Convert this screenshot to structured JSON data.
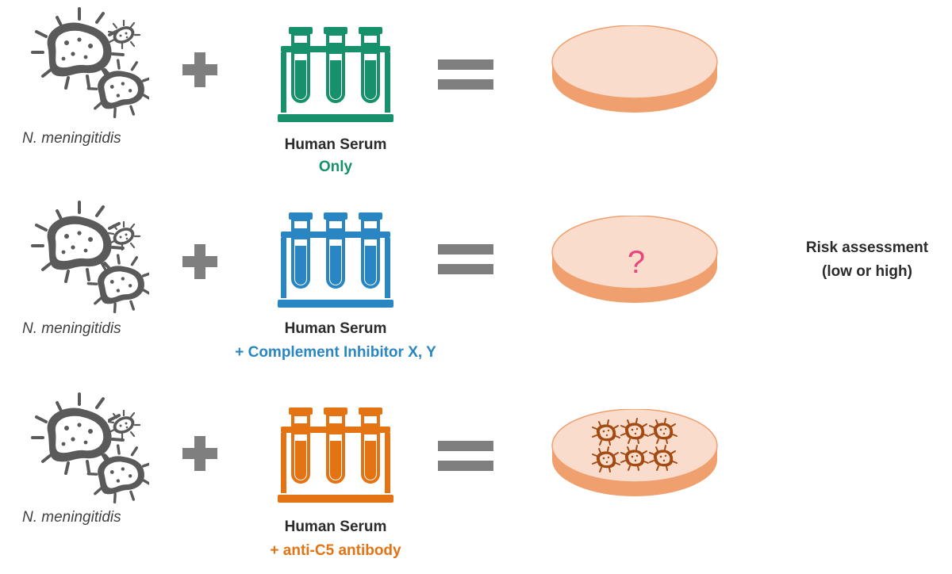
{
  "colors": {
    "gray_icon": "#5a5a5a",
    "green": "#17916b",
    "blue": "#2a86c3",
    "orange": "#e47314",
    "dish_top": "#f9dccb",
    "dish_side": "#f0a06e",
    "question_mark": "#e8447e",
    "colony": "#a34a12"
  },
  "rows": [
    {
      "organism": "N. meningitidis",
      "serum_title": "Human Serum",
      "serum_detail": "Only",
      "tube_color": "#17916b",
      "plate_result": "empty"
    },
    {
      "organism": "N. meningitidis",
      "serum_title": "Human Serum",
      "serum_detail": "+ Complement Inhibitor X, Y",
      "tube_color": "#2a86c3",
      "plate_result": "unknown",
      "plate_symbol": "?"
    },
    {
      "organism": "N. meningitidis",
      "serum_title": "Human Serum",
      "serum_detail": "+ anti-C5 antibody",
      "tube_color": "#e47314",
      "plate_result": "bacterial-growth"
    }
  ],
  "risk_assessment": {
    "line1": "Risk assessment",
    "line2": "(low or high)"
  },
  "icons": {
    "organism": "bacteria-icon",
    "operator_plus": "plus-icon",
    "serum": "test-tube-rack-icon",
    "operator_equals": "equals-icon",
    "plate": "petri-dish-icon"
  }
}
